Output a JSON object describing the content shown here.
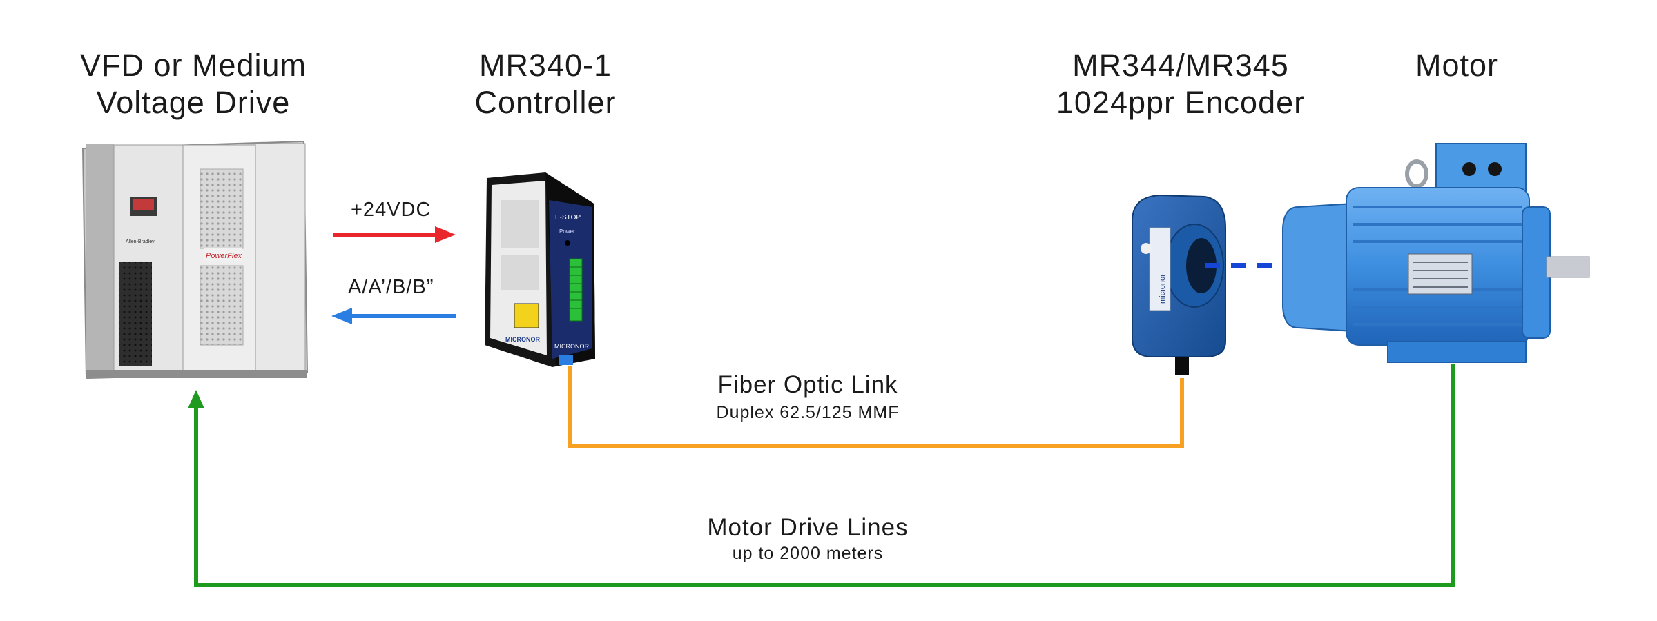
{
  "components": {
    "vfd": {
      "title_line1": "VFD or Medium",
      "title_line2": "Voltage Drive",
      "brand_text": "Allen-Bradley",
      "logo_text": "PowerFlex"
    },
    "controller": {
      "title_line1": "MR340-1",
      "title_line2": "Controller",
      "estop_text": "E-STOP",
      "power_text": "Power",
      "brand_text": "MICRONOR"
    },
    "encoder": {
      "title_line1": "MR344/MR345",
      "title_line2": "1024ppr Encoder",
      "brand_text": "micronor"
    },
    "motor": {
      "title": "Motor"
    }
  },
  "signals": {
    "power": "+24VDC",
    "encoder_out": "A/A’/B/B”"
  },
  "links": {
    "fiber": {
      "title": "Fiber Optic Link",
      "subtitle": "Duplex 62.5/125 MMF"
    },
    "drive": {
      "title": "Motor Drive Lines",
      "subtitle": "up to 2000 meters"
    }
  },
  "colors": {
    "power_arrow": "#e8262b",
    "signal_arrow": "#2a7de1",
    "fiber_line": "#f7a021",
    "drive_line": "#1e9a1e",
    "shaft_coupling": "#1646d8",
    "motor_body": "#3d8ee0"
  }
}
